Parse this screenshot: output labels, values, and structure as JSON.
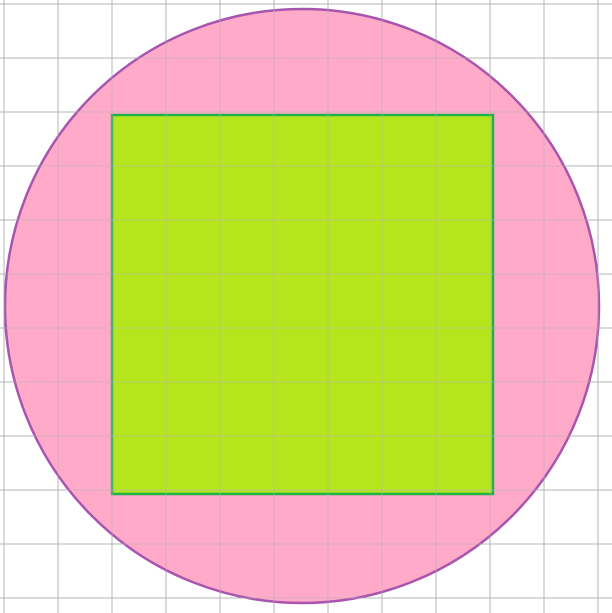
{
  "colors": {
    "background": "#ffffff",
    "grid_line": "#b4b4b4",
    "circle_fill": "#ffaac8",
    "circle_stroke": "#a855b0",
    "square_fill": "#b5e61d",
    "square_stroke": "#22b04a"
  },
  "diagram": {
    "grid_cells_across_square": 7,
    "grid_cells_per_circle_diameter": 11,
    "shapes": [
      {
        "kind": "circle",
        "label": ""
      },
      {
        "kind": "square",
        "label": ""
      }
    ]
  }
}
